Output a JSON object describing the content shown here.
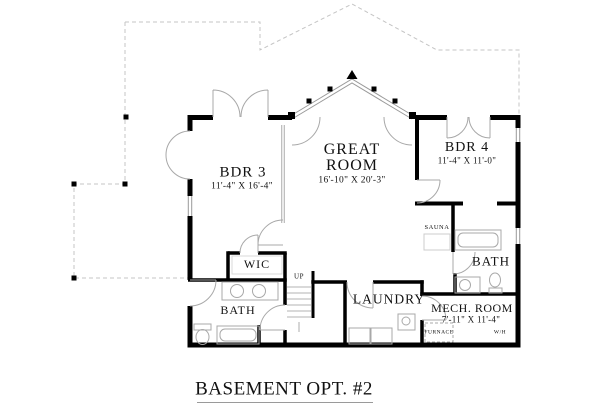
{
  "drawing_title": "BASEMENT OPT. #2",
  "rooms": {
    "bdr3": {
      "name": "BDR 3",
      "dims": "11'-4\" X 16'-4\""
    },
    "great": {
      "name_line1": "GREAT",
      "name_line2": "ROOM",
      "dims": "16'-10\" X 20'-3\""
    },
    "bdr4": {
      "name": "BDR 4",
      "dims": "11'-4\" X 11'-0\""
    },
    "wic": {
      "name": "WIC"
    },
    "sauna": {
      "name": "SAUNA"
    },
    "bath_right": {
      "name": "BATH"
    },
    "bath_left": {
      "name": "BATH"
    },
    "laundry": {
      "name": "LAUNDRY"
    },
    "mech": {
      "name": "MECH. ROOM",
      "dims": "7'-11\" X 11'-4\""
    }
  },
  "annotations": {
    "stairs_up": "UP",
    "furnace": "FURNACE",
    "water_heater": "W/H"
  },
  "colors": {
    "wall": "#000000",
    "thin_line": "#9a9a9a",
    "fixture_line": "#a8a8a8",
    "dashed_outline": "#c4c4c4",
    "text": "#111111",
    "background": "#ffffff"
  }
}
